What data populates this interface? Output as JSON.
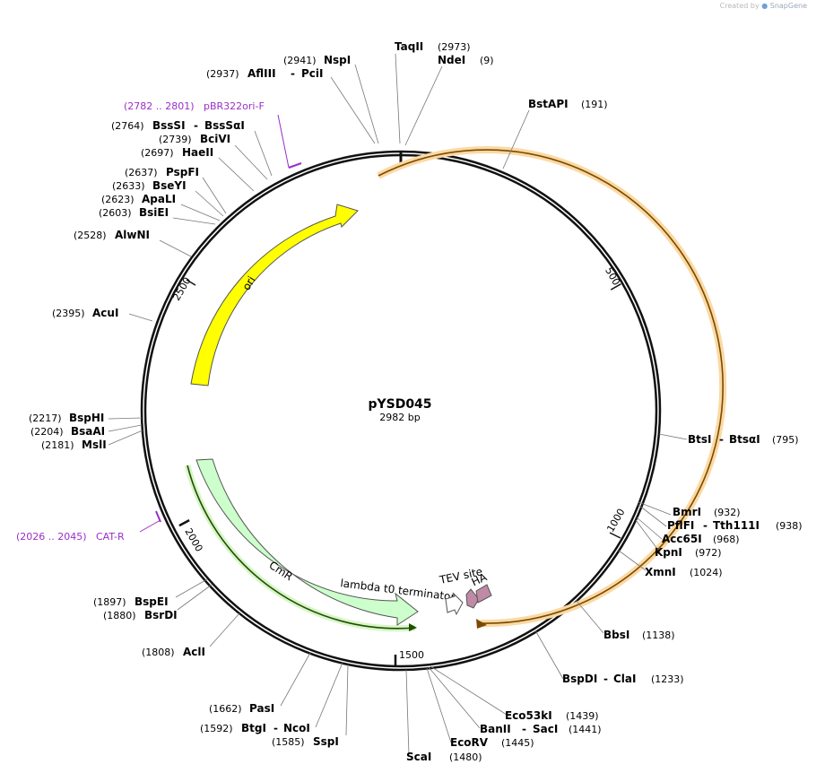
{
  "credit": {
    "prefix": "Created by",
    "brand": "SnapGene"
  },
  "plasmid": {
    "name": "pYSD045",
    "length_label": "2982 bp",
    "length": 2982
  },
  "ticks": [
    "500",
    "1000",
    "1500",
    "2000",
    "2500"
  ],
  "features": {
    "ori": "ori",
    "cmr": "CmR",
    "lambda": "lambda t0 terminator",
    "tev": "TEV site",
    "ha": "HA"
  },
  "primers": {
    "pbr": {
      "range": "(2782 .. 2801)",
      "name": "pBR322ori-F"
    },
    "cat": {
      "range": "(2026 .. 2045)",
      "name": "CAT-R"
    }
  },
  "sites": [
    {
      "id": "taqii",
      "name": "TaqII",
      "pos": "(2973)"
    },
    {
      "id": "ndei",
      "name": "NdeI",
      "pos": "(9)"
    },
    {
      "id": "nspi",
      "name": "NspI",
      "pos": "(2941)"
    },
    {
      "id": "aflIII",
      "name": "AflIII",
      "name2": "PciI",
      "pos": "(2937)"
    },
    {
      "id": "bstapi",
      "name": "BstAPI",
      "pos": "(191)"
    },
    {
      "id": "bsssi",
      "name": "BssSI",
      "name2": "BssSαI",
      "pos": "(2764)"
    },
    {
      "id": "bcivi",
      "name": "BciVI",
      "pos": "(2739)"
    },
    {
      "id": "haeii",
      "name": "HaeII",
      "pos": "(2697)"
    },
    {
      "id": "pspfi",
      "name": "PspFI",
      "pos": "(2637)"
    },
    {
      "id": "bseyi",
      "name": "BseYI",
      "pos": "(2633)"
    },
    {
      "id": "apali",
      "name": "ApaLI",
      "pos": "(2623)"
    },
    {
      "id": "bsiei",
      "name": "BsiEI",
      "pos": "(2603)"
    },
    {
      "id": "alwni",
      "name": "AlwNI",
      "pos": "(2528)"
    },
    {
      "id": "acui",
      "name": "AcuI",
      "pos": "(2395)"
    },
    {
      "id": "bsphi",
      "name": "BspHI",
      "pos": "(2217)"
    },
    {
      "id": "bsaai",
      "name": "BsaAI",
      "pos": "(2204)"
    },
    {
      "id": "msli",
      "name": "MslI",
      "pos": "(2181)"
    },
    {
      "id": "btsi",
      "name": "BtsI",
      "name2": "BtsαI",
      "pos": "(795)"
    },
    {
      "id": "bmri",
      "name": "BmrI",
      "pos": "(932)"
    },
    {
      "id": "pflfi",
      "name": "PflFI",
      "name2": "Tth111I",
      "pos": "(938)"
    },
    {
      "id": "acc65i",
      "name": "Acc65I",
      "pos": "(968)"
    },
    {
      "id": "kpni",
      "name": "KpnI",
      "pos": "(972)"
    },
    {
      "id": "xmni",
      "name": "XmnI",
      "pos": "(1024)"
    },
    {
      "id": "bbsi",
      "name": "BbsI",
      "pos": "(1138)"
    },
    {
      "id": "bspdi",
      "name": "BspDI",
      "name2": "ClaI",
      "pos": "(1233)"
    },
    {
      "id": "eco53ki",
      "name": "Eco53kI",
      "pos": "(1439)"
    },
    {
      "id": "banii",
      "name": "BanII",
      "name2": "SacI",
      "pos": "(1441)"
    },
    {
      "id": "ecorv",
      "name": "EcoRV",
      "pos": "(1445)"
    },
    {
      "id": "scai",
      "name": "ScaI",
      "pos": "(1480)"
    },
    {
      "id": "sspi",
      "name": "SspI",
      "pos": "(1585)"
    },
    {
      "id": "btgi",
      "name": "BtgI",
      "name2": "NcoI",
      "pos": "(1592)"
    },
    {
      "id": "pasi",
      "name": "PasI",
      "pos": "(1662)"
    },
    {
      "id": "acli",
      "name": "AclI",
      "pos": "(1808)"
    },
    {
      "id": "bsrdi",
      "name": "BsrDI",
      "pos": "(1880)"
    },
    {
      "id": "bspei",
      "name": "BspEI",
      "pos": "(1897)"
    }
  ],
  "colors": {
    "ori": "#ffff00",
    "cmr": "#ccffcc",
    "orf_glow": "#fbd9a3",
    "orf_line": "#7a4a00",
    "cmr_glow": "#d8f5c8",
    "cmr_line": "#1f4f00",
    "tev": "#ffffff",
    "ha": "#c08aa7",
    "primer": "#9a2ec9"
  }
}
